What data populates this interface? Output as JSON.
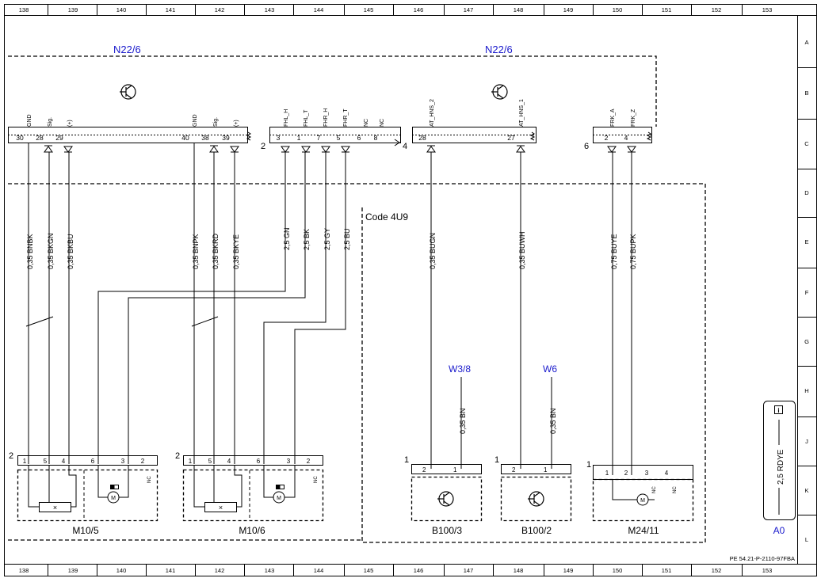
{
  "columns": [
    "138",
    "139",
    "140",
    "141",
    "142",
    "143",
    "144",
    "145",
    "146",
    "147",
    "148",
    "149",
    "150",
    "151",
    "152",
    "153"
  ],
  "rows": [
    "A",
    "B",
    "C",
    "D",
    "E",
    "F",
    "G",
    "H",
    "J",
    "K",
    "L"
  ],
  "control_unit": {
    "label_left": "N22/6",
    "label_right": "N22/6"
  },
  "connector_groups": [
    "2",
    "4",
    "6"
  ],
  "pins": {
    "g1": [
      {
        "name": "GND",
        "num": "30"
      },
      {
        "name": "Sig.",
        "num": "28"
      },
      {
        "name": "(+)",
        "num": "29"
      },
      {
        "name": "GND",
        "num": "40"
      },
      {
        "name": "Sig.",
        "num": "38"
      },
      {
        "name": "(+)",
        "num": "39"
      }
    ],
    "g2": [
      {
        "name": "FHL_H",
        "num": "3"
      },
      {
        "name": "FHL_T",
        "num": "1"
      },
      {
        "name": "FHR_H",
        "num": "7"
      },
      {
        "name": "FHR_T",
        "num": "5"
      },
      {
        "name": "NC",
        "num": "6"
      },
      {
        "name": "NC",
        "num": "8"
      }
    ],
    "g3": [
      {
        "name": "AT_HNS_2",
        "num": "28"
      },
      {
        "name": "AT_HNS_1",
        "num": "27"
      }
    ],
    "g4": [
      {
        "name": "FRK_A",
        "num": "2"
      },
      {
        "name": "FRK_Z",
        "num": "4"
      }
    ]
  },
  "wires": [
    "0,35 BNBK",
    "0,35 BKGN",
    "0,35 BKBU",
    "0,35 BNPK",
    "0,35 BKRD",
    "0,35 BKYE",
    "2,5 GN",
    "2,5 BK",
    "2,5 GY",
    "2,5 BU",
    "0,35 BUGN",
    "0,35 BUWH",
    "0,75 BUYE",
    "0,75 BUPK"
  ],
  "code_label": "Code 4U9",
  "grounds": [
    {
      "label": "W3/8",
      "wire": "0,35 BN"
    },
    {
      "label": "W6",
      "wire": "0,35 BN"
    }
  ],
  "components": {
    "m10_5": {
      "label": "M10/5",
      "connector": "2",
      "pins": [
        "1",
        "5",
        "4",
        "6",
        "3",
        "2"
      ],
      "nc": "NC"
    },
    "m10_6": {
      "label": "M10/6",
      "connector": "2",
      "pins": [
        "1",
        "5",
        "4",
        "6",
        "3",
        "2"
      ],
      "nc": "NC"
    },
    "b100_3": {
      "label": "B100/3",
      "connector": "1",
      "pins": [
        "2",
        "1"
      ]
    },
    "b100_2": {
      "label": "B100/2",
      "connector": "1",
      "pins": [
        "2",
        "1"
      ]
    },
    "m24_11": {
      "label": "M24/11",
      "connector": "1",
      "pins": [
        "1",
        "2",
        "3",
        "4"
      ],
      "nc1": "NC",
      "nc2": "NC"
    }
  },
  "legend": {
    "wire": "2,5 RDYE",
    "label": "A0"
  },
  "doc_ref": "PE 54.21-P-2110-97FBA"
}
